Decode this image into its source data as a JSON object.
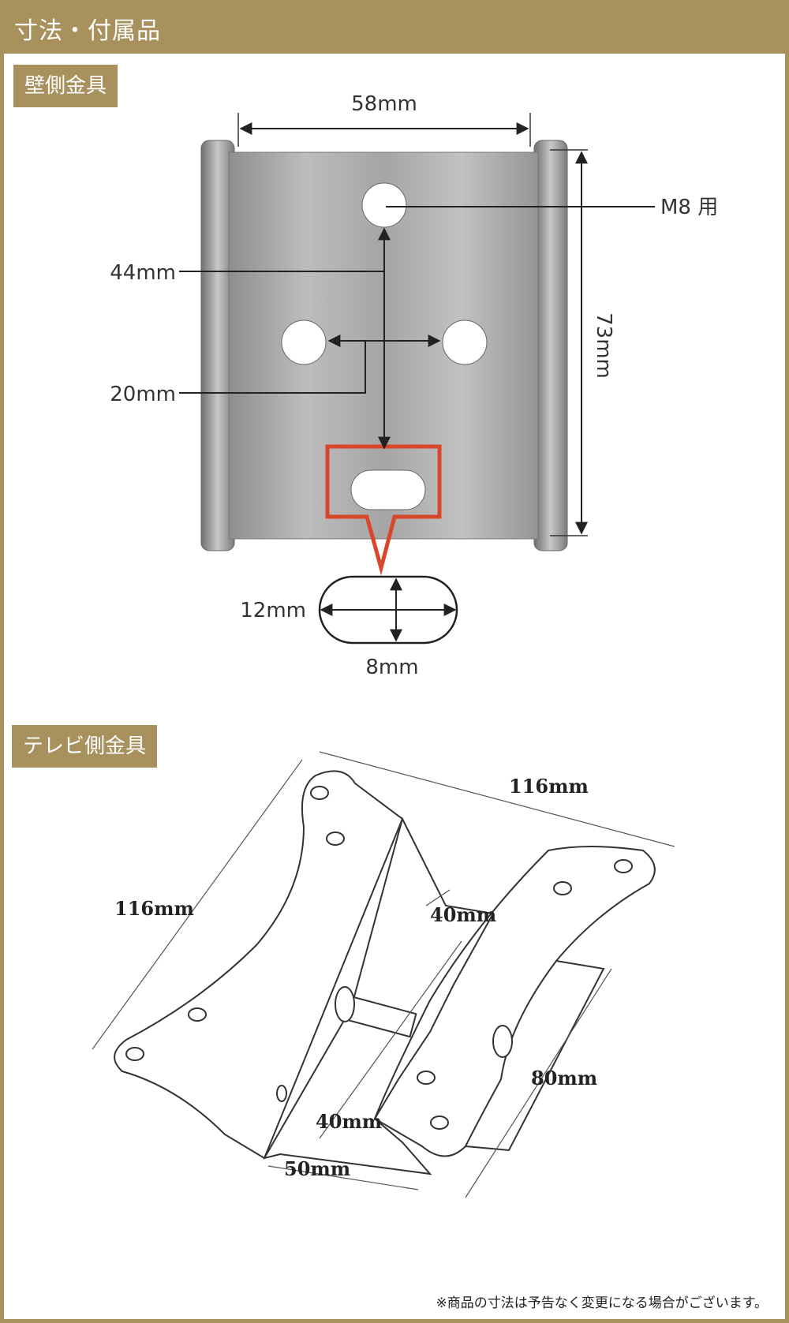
{
  "header": {
    "title": "寸法・付属品"
  },
  "wall_bracket": {
    "label": "壁側金具",
    "dims": {
      "width": "58mm",
      "height": "73mm",
      "vertical_pitch": "44mm",
      "horizontal_pitch": "20mm",
      "hole_size": "M8 用",
      "slot_length": "12mm",
      "slot_width": "8mm"
    }
  },
  "tv_bracket": {
    "label": "テレビ側金具",
    "dims": {
      "width": "116mm",
      "height": "116mm",
      "depth_a": "40mm",
      "depth_b": "40mm",
      "arm": "80mm",
      "base": "50mm"
    }
  },
  "note": "※商品の寸法は予告なく変更になる場合がございます。",
  "colors": {
    "gold": "#a8915d",
    "highlight": "#d9472b",
    "metal": "#a9a9a9"
  }
}
